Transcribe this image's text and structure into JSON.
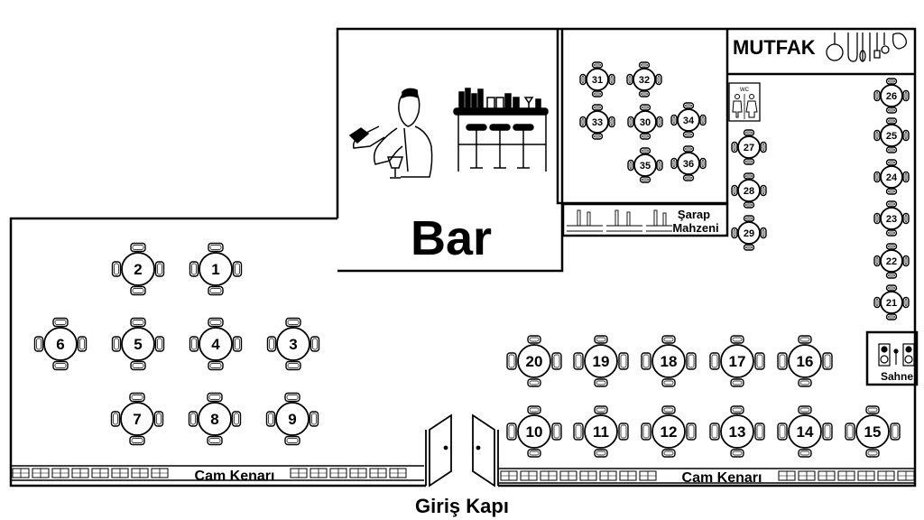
{
  "labels": {
    "bar": "Bar",
    "kitchen": "MUTFAK",
    "wine_cellar_line1": "Şarap",
    "wine_cellar_line2": "Mahzeni",
    "stage": "Sahne",
    "window_left": "Cam Kenarı",
    "window_right": "Cam Kenarı",
    "entrance": "Giriş Kapı",
    "wc": "WC"
  },
  "tables": {
    "t1": "1",
    "t2": "2",
    "t3": "3",
    "t4": "4",
    "t5": "5",
    "t6": "6",
    "t7": "7",
    "t8": "8",
    "t9": "9",
    "t10": "10",
    "t11": "11",
    "t12": "12",
    "t13": "13",
    "t14": "14",
    "t15": "15",
    "t16": "16",
    "t17": "17",
    "t18": "18",
    "t19": "19",
    "t20": "20",
    "t21": "21",
    "t22": "22",
    "t23": "23",
    "t24": "24",
    "t25": "25",
    "t26": "26",
    "t27": "27",
    "t28": "28",
    "t29": "29",
    "t30": "30",
    "t31": "31",
    "t32": "32",
    "t33": "33",
    "t34": "34",
    "t35": "35",
    "t36": "36"
  },
  "icons": {
    "bartender": "bartender-icon",
    "bar_counter": "bar-counter-icon",
    "kitchen_utensils": "kitchen-utensils-icon",
    "wc": "wc-icon",
    "stage_speakers": "speaker-icon",
    "wine_racks": "wine-rack-icon",
    "door": "door-icon"
  }
}
